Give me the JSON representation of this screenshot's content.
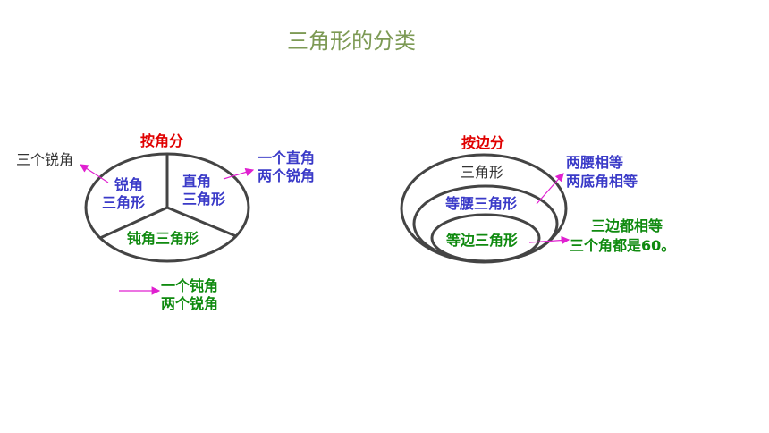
{
  "title": "三角形的分类",
  "by_angle": {
    "heading": "按角分",
    "acute_note": "三个锐角",
    "acute_sector": [
      "锐角",
      "三角形"
    ],
    "right_sector": [
      "直角",
      "三角形"
    ],
    "right_note": [
      "一个直角",
      "两个锐角"
    ],
    "obtuse_sector": "钝角三角形",
    "obtuse_note": [
      "一个钝角",
      "两个锐角"
    ]
  },
  "by_side": {
    "heading": "按边分",
    "outer": "三角形",
    "isosceles": "等腰三角形",
    "isosceles_note": [
      "两腰相等",
      "两底角相等"
    ],
    "equilateral": "等边三角形",
    "equilateral_note": [
      "三边都相等",
      "三个角都是60。"
    ]
  },
  "colors": {
    "title": "#7d9a55",
    "heading": "#e00000",
    "blue": "#3a3ac8",
    "green": "#0f8a0f",
    "arrow": "#e020d0",
    "outline": "#444444"
  }
}
